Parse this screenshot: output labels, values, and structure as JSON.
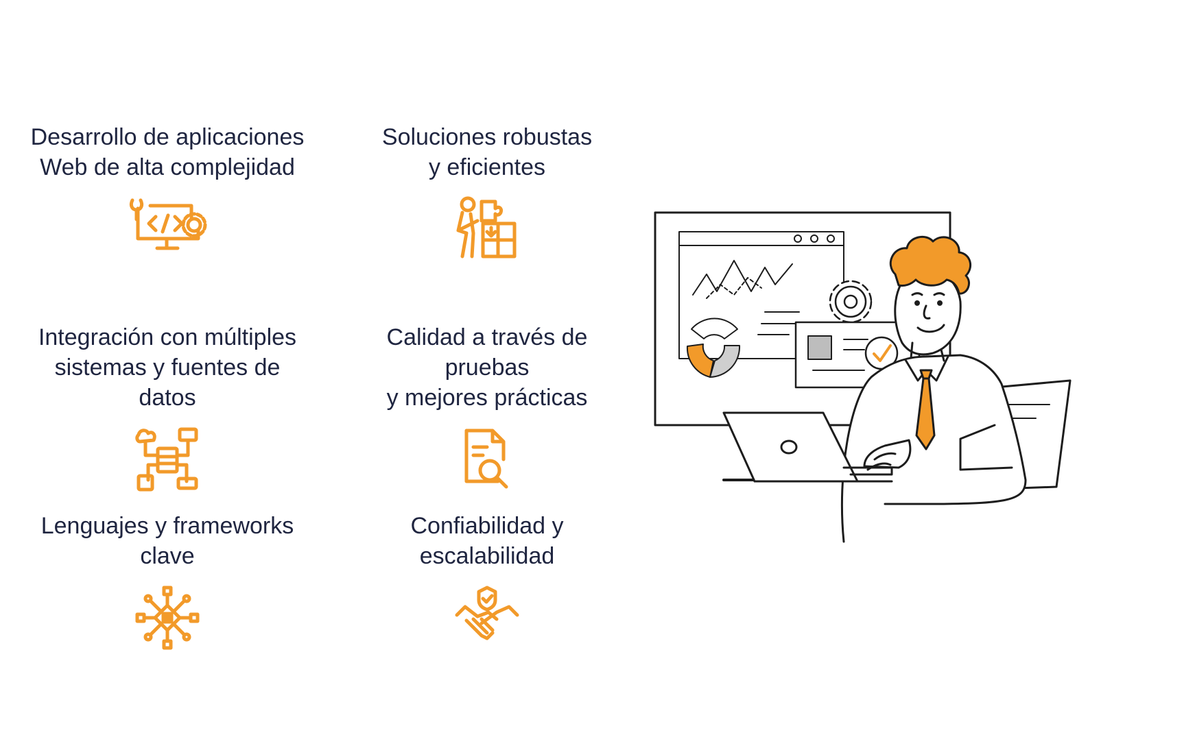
{
  "colors": {
    "accent": "#f29a2a",
    "text": "#1f2540",
    "line": "#1d1d1d"
  },
  "features": [
    {
      "lines": [
        "Desarrollo de aplicaciones",
        "Web de alta complejidad"
      ],
      "icon": "web-development-icon"
    },
    {
      "lines": [
        "Soluciones robustas",
        "y eficientes"
      ],
      "icon": "puzzle-solution-icon"
    },
    {
      "lines": [
        "Integración con múltiples",
        "sistemas y fuentes de datos"
      ],
      "icon": "system-integration-icon"
    },
    {
      "lines": [
        "Calidad a través de pruebas",
        "y mejores prácticas"
      ],
      "icon": "quality-document-icon"
    },
    {
      "lines": [
        "Lenguajes y frameworks",
        "clave"
      ],
      "icon": "network-chip-icon"
    },
    {
      "lines": [
        "Confiabilidad y",
        "escalabilidad"
      ],
      "icon": "handshake-shield-icon"
    }
  ],
  "illustration": {
    "icon": "developer-at-computer-illustration"
  }
}
